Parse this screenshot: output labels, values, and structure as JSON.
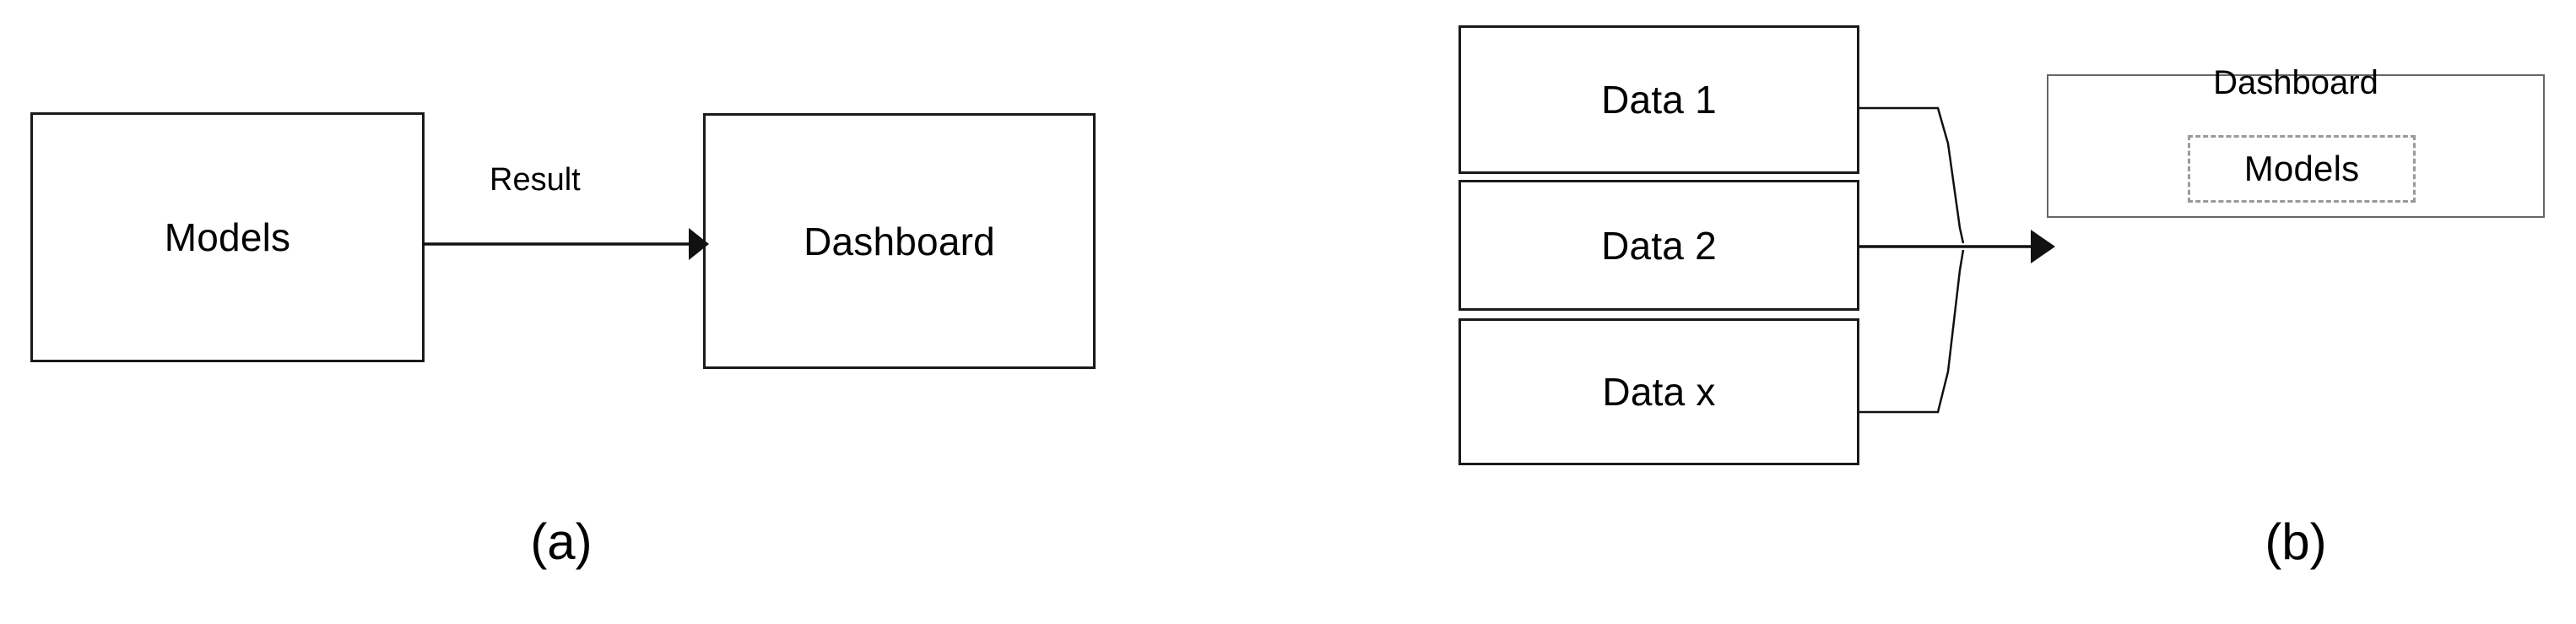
{
  "figure": {
    "background": "#ffffff",
    "stroke_color": "#1a1a1a",
    "dashed_stroke_color": "#9a9a9a",
    "panel_a": {
      "caption": "(a)",
      "nodes": [
        {
          "id": "models",
          "label": "Models",
          "shape": "rectangle",
          "border": "solid"
        },
        {
          "id": "dashboard",
          "label": "Dashboard",
          "shape": "rectangle",
          "border": "solid"
        }
      ],
      "edges": [
        {
          "from": "models",
          "to": "dashboard",
          "label": "Result",
          "arrow": "single",
          "style": "solid"
        }
      ]
    },
    "panel_b": {
      "caption": "(b)",
      "nodes": [
        {
          "id": "data1",
          "label": "Data 1",
          "shape": "rectangle",
          "border": "solid"
        },
        {
          "id": "data2",
          "label": "Data 2",
          "shape": "rectangle",
          "border": "solid"
        },
        {
          "id": "datax",
          "label": "Data x",
          "shape": "rectangle",
          "border": "solid"
        },
        {
          "id": "dashboard",
          "label": "Dashboard",
          "shape": "rectangle",
          "border": "solid"
        },
        {
          "id": "models",
          "label": "Models",
          "shape": "rectangle",
          "border": "dashed",
          "parent": "dashboard"
        }
      ],
      "edges": [
        {
          "from": "data1",
          "to": "dashboard",
          "label": "",
          "arrow": "merged",
          "style": "solid"
        },
        {
          "from": "data2",
          "to": "dashboard",
          "label": "",
          "arrow": "single",
          "style": "solid"
        },
        {
          "from": "datax",
          "to": "dashboard",
          "label": "",
          "arrow": "merged",
          "style": "solid"
        }
      ]
    }
  }
}
